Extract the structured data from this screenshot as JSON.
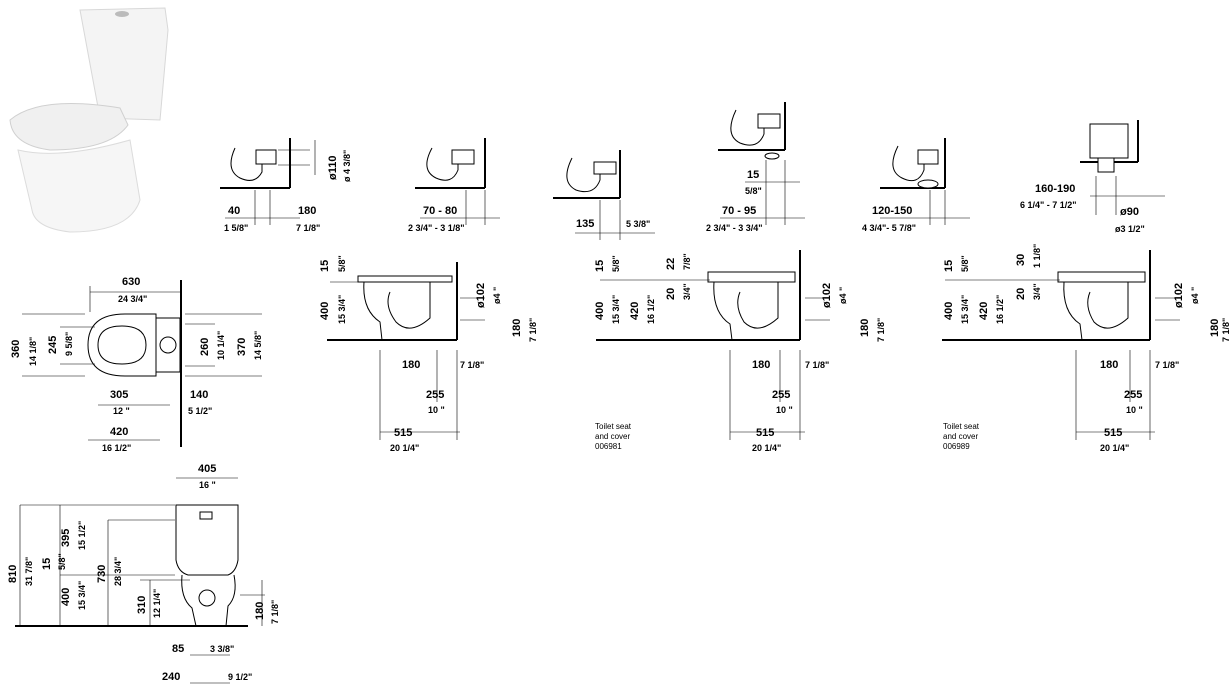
{
  "outlet_details": [
    {
      "a": "40",
      "a_in": "1 5/8\"",
      "b": "180",
      "b_in": "7 1/8\"",
      "d": "ø110",
      "d_in": "ø 4 3/8\""
    },
    {
      "a": "70 - 80",
      "a_in": "2 3/4\" - 3 1/8\""
    },
    {
      "a": "135",
      "a_in": "5 3/8\""
    },
    {
      "a": "70 - 95",
      "a_in": "2 3/4\" - 3 3/4\"",
      "b": "15",
      "b_in": "5/8\""
    },
    {
      "a": "120-150",
      "a_in": "4 3/4\"- 5 7/8\""
    },
    {
      "a": "160-190",
      "a_in": "6 1/4\" - 7 1/2\"",
      "d": "ø90",
      "d_in": "ø3 1/2\""
    }
  ],
  "plan": {
    "w": "630",
    "w_in": "24 3/4\"",
    "h1": "360",
    "h1_in": "14 1/8\"",
    "h2": "245",
    "h2_in": "9 5/8\"",
    "h3": "260",
    "h3_in": "10 1/4\"",
    "h4": "370",
    "h4_in": "14 5/8\"",
    "a": "305",
    "a_in": "12 \"",
    "b": "140",
    "b_in": "5 1/2\"",
    "c": "420",
    "c_in": "16 1/2\""
  },
  "side_views": [
    {
      "top": "15",
      "top_in": "5/8\"",
      "h": "400",
      "h_in": "15 3/4\"",
      "d": "ø102",
      "d_in": "ø4 \"",
      "v": "180",
      "v_in": "7 1/8\"",
      "x1": "180",
      "x1_in": "7 1/8\"",
      "x2": "255",
      "x2_in": "10 \"",
      "x3": "515",
      "x3_in": "20 1/4\""
    },
    {
      "top": "15",
      "top_in": "5/8\"",
      "h": "400",
      "h_in": "15 3/4\"",
      "h2": "420",
      "h2_in": "16 1/2\"",
      "s1": "22",
      "s1_in": "7/8\"",
      "s2": "20",
      "s2_in": "3/4\"",
      "d": "ø102",
      "d_in": "ø4 \"",
      "v": "180",
      "v_in": "7 1/8\"",
      "x1": "180",
      "x1_in": "7 1/8\"",
      "x2": "255",
      "x2_in": "10 \"",
      "x3": "515",
      "x3_in": "20 1/4\"",
      "note1": "Toilet seat",
      "note2": "and cover",
      "note3": "006981"
    },
    {
      "top": "15",
      "top_in": "5/8\"",
      "h": "400",
      "h_in": "15 3/4\"",
      "h2": "420",
      "h2_in": "16 1/2\"",
      "s1": "30",
      "s1_in": "1 1/8\"",
      "s2": "20",
      "s2_in": "3/4\"",
      "d": "ø102",
      "d_in": "ø4 \"",
      "v": "180",
      "v_in": "7 1/8\"",
      "x1": "180",
      "x1_in": "7 1/8\"",
      "x2": "255",
      "x2_in": "10 \"",
      "x3": "515",
      "x3_in": "20 1/4\"",
      "note1": "Toilet seat",
      "note2": "and cover",
      "note3": "006989"
    }
  ],
  "front": {
    "w": "405",
    "w_in": "16 \"",
    "h": "810",
    "h_in": "31 7/8\"",
    "a": "395",
    "a_in": "15 1/2\"",
    "b": "15",
    "b_in": "5/8\"",
    "c": "400",
    "c_in": "15 3/4\"",
    "d": "730",
    "d_in": "28 3/4\"",
    "e": "310",
    "e_in": "12 1/4\"",
    "f": "180",
    "f_in": "7 1/8\"",
    "g": "85",
    "g_in": "3 3/8\"",
    "k": "240",
    "k_in": "9 1/2\""
  }
}
